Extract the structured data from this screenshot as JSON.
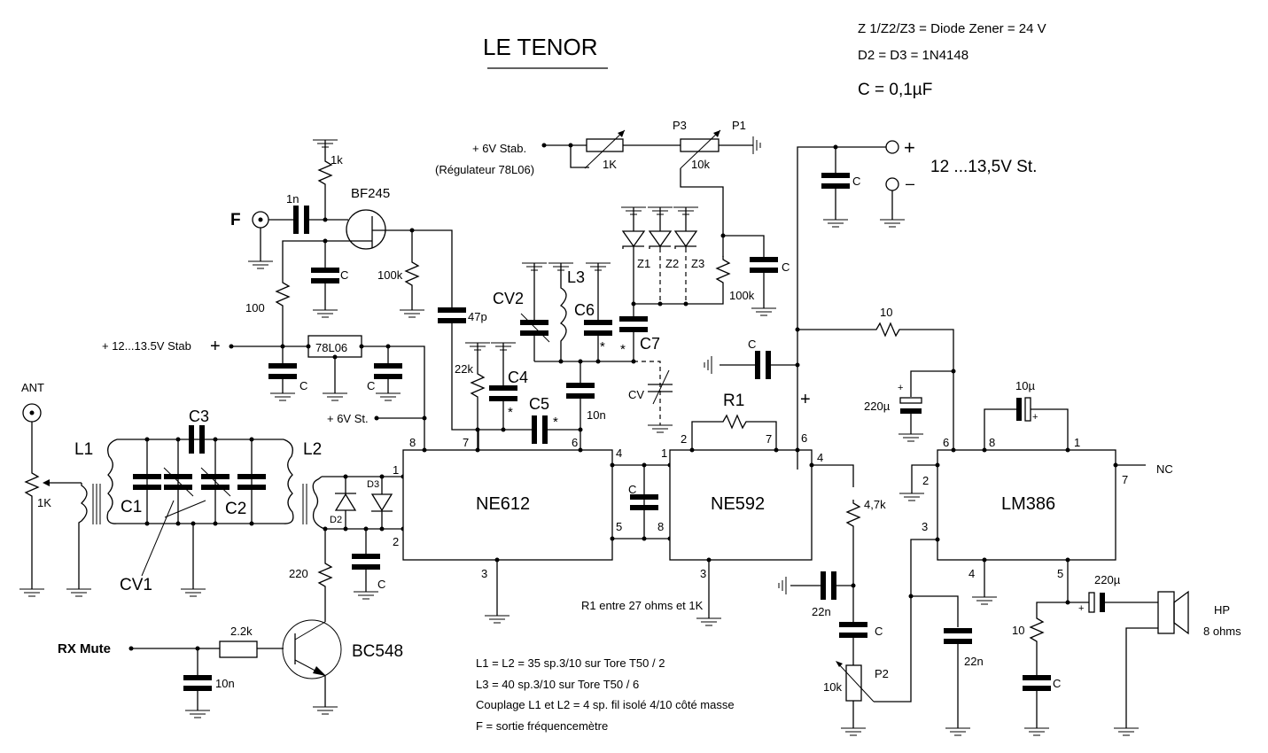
{
  "title": "LE TENOR",
  "notes_top": {
    "zener": "Z 1/Z2/Z3 = Diode Zener = 24 V",
    "diodes": "D2 = D3 = 1N4148",
    "cap": "C = 0,1µF"
  },
  "notes_bottom": [
    "L1 = L2 = 35 sp.3/10 sur Tore T50 / 2",
    "L3 = 40 sp.3/10 sur Tore T50 / 6",
    "Couplage L1 et L2 = 4 sp. fil isolé 4/10 côté masse",
    "F = sortie fréquencemètre"
  ],
  "r1_note": "R1 entre 27 ohms et 1K",
  "supply": {
    "label": "12 ...13,5V St.",
    "plus": "+",
    "minus": "–",
    "cap": "C"
  },
  "regulator": {
    "in_label": "+ 12...13.5V Stab",
    "in_plus": "+",
    "chip": "78L06",
    "out_label": "+ 6V St.",
    "cap_in": "C",
    "cap_out": "C"
  },
  "tuning": {
    "in_label": "+ 6V Stab.",
    "in_sub": "(Régulateur 78L06)",
    "pot1_value": "1K",
    "pot2_value": "10k",
    "p3": "P3",
    "p1": "P1",
    "r100k": "100k",
    "cap": "C",
    "zeners": [
      "Z1",
      "Z2",
      "Z3"
    ]
  },
  "freq_out": {
    "label": "F",
    "cap": "1n",
    "r_top": "1k",
    "fet": "BF245",
    "cap_c": "C",
    "r_drain": "100k",
    "r_src": "100",
    "cap_47p": "47p"
  },
  "oscillator": {
    "cv2": "CV2",
    "l3": "L3",
    "c6": "C6",
    "c7": "C7",
    "cv": "CV",
    "r22k": "22k",
    "c4": "C4",
    "c5": "C5",
    "c10n": "10n",
    "star": "*"
  },
  "frontend": {
    "ant": "ANT",
    "pot": "1K",
    "l1": "L1",
    "l2": "L2",
    "c1": "C1",
    "c2": "C2",
    "c3": "C3",
    "cv1": "CV1",
    "d2": "D2",
    "d3": "D3",
    "r220": "220",
    "cap_c": "C"
  },
  "mute": {
    "label": "RX Mute",
    "r": "2.2k",
    "cap": "10n",
    "transistor": "BC548"
  },
  "ics": {
    "ne612": {
      "name": "NE612",
      "pins": {
        "p8": "8",
        "p7": "7",
        "p6": "6",
        "p1": "1",
        "p2": "2",
        "p3": "3",
        "p4": "4",
        "p5": "5"
      }
    },
    "ne592": {
      "name": "NE592",
      "pins": {
        "p1": "1",
        "p2": "2",
        "p7": "7",
        "p6": "6",
        "p4": "4",
        "p8": "8",
        "p3": "3"
      },
      "r1": "R1",
      "cap_between": "C"
    },
    "lm386": {
      "name": "LM386",
      "pins": {
        "p6": "6",
        "p8": "8",
        "p1": "1",
        "p2": "2",
        "p3": "3",
        "p7": "7",
        "p4": "4",
        "p5": "5"
      },
      "nc": "NC"
    }
  },
  "audio": {
    "r10": "10",
    "c_vcc": "C",
    "plus_mark": "+",
    "c220u": "220µ",
    "c10u": "10µ",
    "r4k7": "4,7k",
    "c22n_a": "22n",
    "c_coupling": "C",
    "p2": "P2",
    "p2_value": "10k",
    "c22n_b": "22n",
    "out_cap": "220µ",
    "zobel_r": "10",
    "zobel_c": "C",
    "speaker": "HP",
    "speaker_imp": "8 ohms"
  }
}
